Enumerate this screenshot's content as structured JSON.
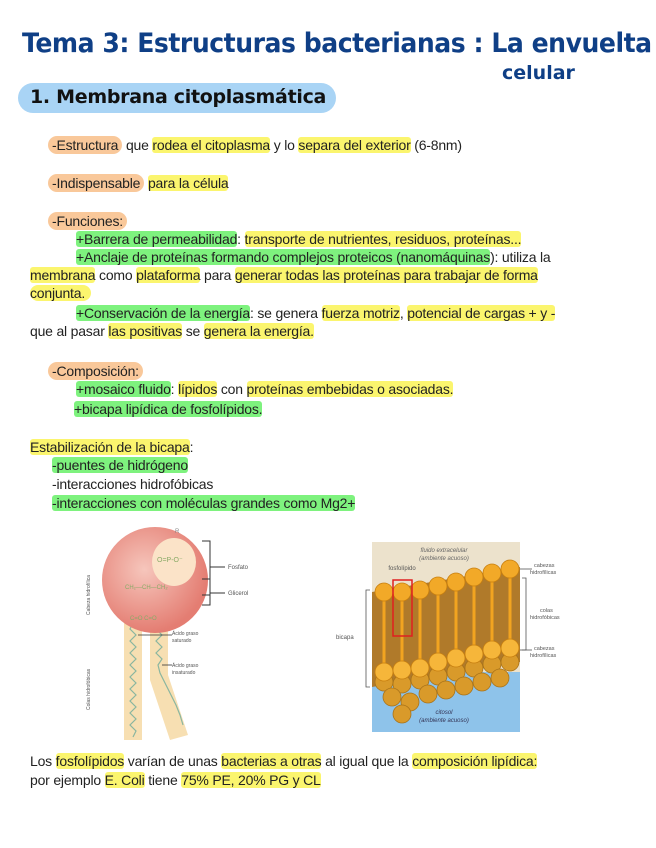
{
  "header": {
    "title_line1": "Tema 3: Estructuras bacterianas : La envuelta",
    "title_line2": "celular",
    "section_heading": "1. Membrana citoplasmática"
  },
  "colors": {
    "title": "#0f3f86",
    "section_bg": "#a9d4f5",
    "orange_highlight": "#f9c89a",
    "yellow_highlight": "#fbf56e",
    "green_highlight": "#7ef27e"
  },
  "body": {
    "estructura": {
      "a": "-Estructura",
      "b": " que ",
      "c": "rodea el citoplasma",
      "d": " y lo ",
      "e": "separa del exterior",
      "f": " (6-8nm)"
    },
    "indispensable": {
      "a": "-Indispensable",
      "b": " ",
      "c": "para la célula"
    },
    "funciones": {
      "label": "-Funciones:",
      "f1": {
        "a": "+Barrera de permeabilidad",
        "b": ": ",
        "c": "transporte de nutrientes, residuos, proteínas..."
      },
      "f2": {
        "a": "+Anclaje de proteínas formando complejos proteicos (nanomáquinas",
        "b": "): utiliza la"
      },
      "f2b": {
        "a": "membrana",
        "b": " como ",
        "c": "plataforma",
        "d": " para ",
        "e": "generar todas las proteínas para trabajar de forma"
      },
      "f2c": {
        "a": "conjunta."
      },
      "f3": {
        "a": "+Conservación de la energía",
        "b": ": se genera ",
        "c": "fuerza motriz",
        "d": ", ",
        "e": "potencial de cargas + y -"
      },
      "f3b": {
        "a": "que al pasar ",
        "b": "las positivas",
        "c": " se ",
        "d": "genera la energía."
      }
    },
    "composicion": {
      "label": "-Composición:",
      "c1": {
        "a": "+mosaico fluido",
        "b": ": ",
        "c": "lípidos",
        "d": " con ",
        "e": "proteínas embebidas o asociadas."
      },
      "c2": {
        "a": "+bicapa lipídica de fosfolípidos."
      }
    },
    "estabilizacion": {
      "label": "Estabilización de la bicapa",
      "colon": ":",
      "items": [
        "-puentes de hidrógeno",
        "-interacciones hidrofóbicas",
        "-interacciones con moléculas grandes como Mg2+"
      ]
    },
    "conclusion": {
      "l1": {
        "a": "Los ",
        "b": "fosfolípidos",
        "c": " varían de unas ",
        "d": "bacterias a otras",
        "e": " al igual que la ",
        "f": "composición lipídica:"
      },
      "l2": {
        "a": "por ejemplo ",
        "b": "E. Coli",
        "c": " tiene ",
        "d": "75% PE, 20% PG y CL"
      }
    }
  },
  "figure1": {
    "labels": {
      "cabeza": "Cabeza hidrofílica",
      "colas": "Colas hidrofóbicas",
      "fosfato": "Fosfato",
      "glicerol": "Glicerol",
      "saturado": "Ácido graso saturado",
      "insaturado": "Ácido graso insaturado",
      "chem1": "O=P-O⁻",
      "chem2": "CH₂—CH—CH₂",
      "chem3": "C=O C=O"
    }
  },
  "figure2": {
    "labels": {
      "extracelular": "fluido extracelular",
      "extracelular2": "(ambiente acuoso)",
      "fosfolipido": "fosfolípido",
      "cabezas_top": "cabezas hidrofílicas",
      "colas": "colas hidrofóbicas",
      "bicapa": "bicapa",
      "cabezas_bottom": "cabezas hidrofílicas",
      "citosol": "citosol",
      "citosol2": "(ambiente acuoso)"
    }
  }
}
